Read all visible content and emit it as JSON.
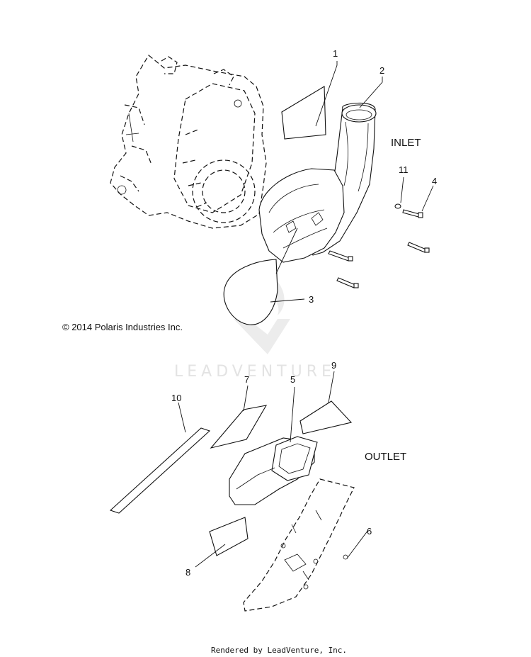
{
  "copyright": "© 2014 Polaris Industries Inc.",
  "watermark": "LEADVENTURE",
  "footer": "Rendered by LeadVenture, Inc.",
  "sections": {
    "inlet": "INLET",
    "outlet": "OUTLET"
  },
  "callouts": [
    {
      "id": "c1",
      "label": "1"
    },
    {
      "id": "c2",
      "label": "2"
    },
    {
      "id": "c3",
      "label": "3"
    },
    {
      "id": "c4",
      "label": "4"
    },
    {
      "id": "c5",
      "label": "5"
    },
    {
      "id": "c6",
      "label": "6"
    },
    {
      "id": "c7",
      "label": "7"
    },
    {
      "id": "c8",
      "label": "8"
    },
    {
      "id": "c9",
      "label": "9"
    },
    {
      "id": "c10",
      "label": "10"
    },
    {
      "id": "c11",
      "label": "11"
    }
  ]
}
